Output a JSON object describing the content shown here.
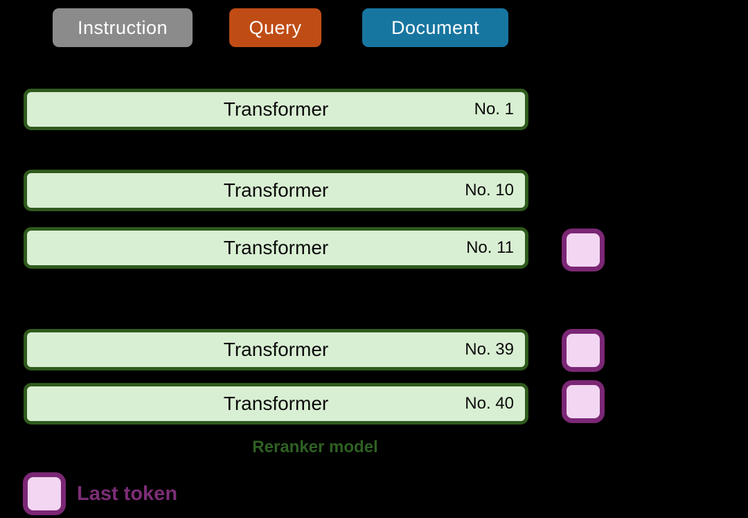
{
  "token_labels": {
    "instruction": {
      "label": "Instruction",
      "color": "#8b8b8b"
    },
    "query": {
      "label": "Query",
      "color": "#c04c15"
    },
    "document": {
      "label": "Document",
      "color": "#1776a0"
    }
  },
  "reranker": {
    "caption": "Reranker model",
    "layers": [
      {
        "name": "Transformer",
        "number": "No. 1",
        "has_last_token": false
      },
      {
        "name": "Transformer",
        "number": "No. 10",
        "has_last_token": false
      },
      {
        "name": "Transformer",
        "number": "No. 11",
        "has_last_token": true
      },
      {
        "name": "Transformer",
        "number": "No. 39",
        "has_last_token": true
      },
      {
        "name": "Transformer",
        "number": "No. 40",
        "has_last_token": true
      }
    ]
  },
  "legend": {
    "label": "Last token"
  },
  "colors": {
    "background": "#000000",
    "layer_fill": "#d9efd3",
    "layer_border": "#2f5a1d",
    "caption_text": "#2e6023",
    "last_token_fill": "#f2d6f2",
    "last_token_border": "#7b2775",
    "legend_text": "#7c2d76",
    "label_text": "#ffffff",
    "layer_text": "#0a0a0a"
  }
}
